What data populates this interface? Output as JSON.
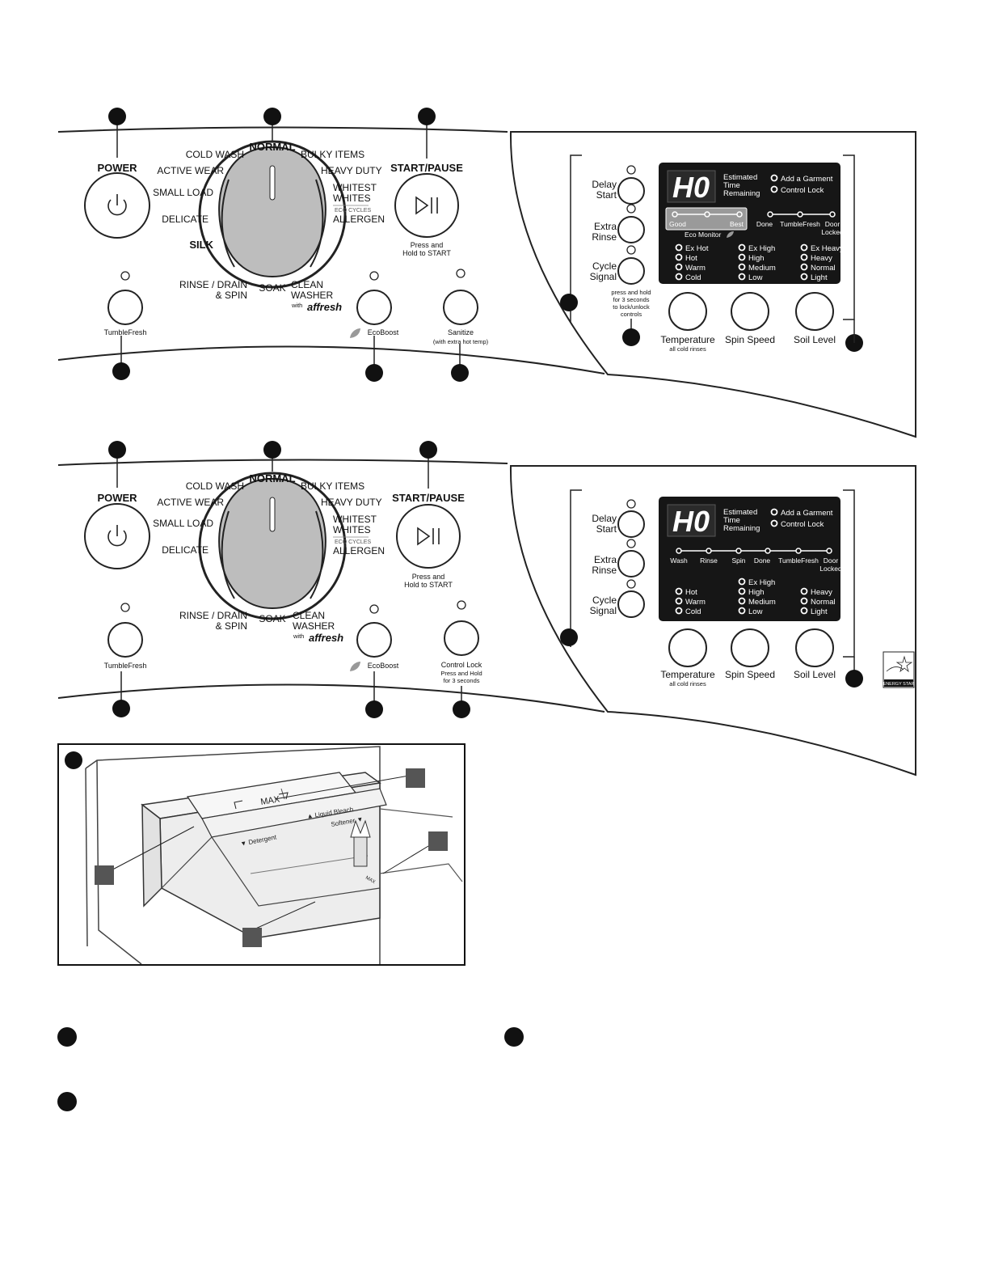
{
  "panel_top": {
    "power": "POWER",
    "start_pause": "START/PAUSE",
    "press_hold_1": "Press and",
    "press_hold_2": "Hold to START",
    "cycles": {
      "normal": "NORMAL",
      "cold_wash": "COLD WASH",
      "active_wear": "ACTIVE WEAR",
      "small_load": "SMALL LOAD",
      "delicate": "DELICATE",
      "silk": "SILK",
      "rinse_drain_1": "RINSE / DRAIN",
      "rinse_drain_2": "& SPIN",
      "soak": "SOAK",
      "clean_washer_1": "CLEAN",
      "clean_washer_2": "WASHER",
      "with": "with",
      "affresh": "affresh",
      "bulky_items": "BULKY ITEMS",
      "heavy_duty": "HEAVY DUTY",
      "whitest_1": "WHITEST",
      "whitest_2": "WHITES",
      "eco_cycles": "ECO CYCLES",
      "allergen": "ALLERGEN"
    },
    "tumblefresh": "TumbleFresh",
    "ecoboost": "EcoBoost",
    "sanitize": "Sanitize",
    "sanitize_sub": "(with extra hot temp)"
  },
  "display_top": {
    "digits": "H0",
    "est_1": "Estimated",
    "est_2": "Time",
    "est_3": "Remaining",
    "add_garment": "Add a Garment",
    "control_lock": "Control Lock",
    "good": "Good",
    "best": "Best",
    "eco_monitor": "Eco Monitor",
    "done": "Done",
    "tumblefresh": "TumbleFresh",
    "door_1": "Door",
    "door_2": "Locked",
    "temps": [
      "Ex Hot",
      "Hot",
      "Warm",
      "Cold"
    ],
    "spins": [
      "Ex High",
      "High",
      "Medium",
      "Low"
    ],
    "soils": [
      "Ex Heavy",
      "Heavy",
      "Normal",
      "Light"
    ],
    "delay_1": "Delay",
    "delay_2": "Start",
    "extra_1": "Extra",
    "extra_2": "Rinse",
    "cycle_1": "Cycle",
    "cycle_2": "Signal",
    "lock_note_1": "press and hold",
    "lock_note_2": "for 3 seconds",
    "lock_note_3": "to lock/unlock",
    "lock_note_4": "controls",
    "temperature": "Temperature",
    "temperature_sub": "all cold rinses",
    "spin_speed": "Spin Speed",
    "soil_level": "Soil Level"
  },
  "panel_bottom": {
    "control_lock": "Control Lock",
    "control_lock_sub_1": "Press and Hold",
    "control_lock_sub_2": "for 3 seconds"
  },
  "display_bottom": {
    "stages": [
      "Wash",
      "Rinse",
      "Spin",
      "Done",
      "TumbleFresh"
    ],
    "door_1": "Door",
    "door_2": "Locked",
    "temps": [
      "Hot",
      "Warm",
      "Cold"
    ],
    "spins": [
      "Ex High",
      "High",
      "Medium",
      "Low"
    ],
    "soils": [
      "Heavy",
      "Normal",
      "Light"
    ],
    "energy_star": "ENERGY STAR"
  },
  "dispenser": {
    "max": "MAX",
    "liquid_bleach": "▲ Liquid Bleach",
    "detergent": "▼ Detergent",
    "softener": "Softener ▼",
    "max_small": "MAX"
  }
}
